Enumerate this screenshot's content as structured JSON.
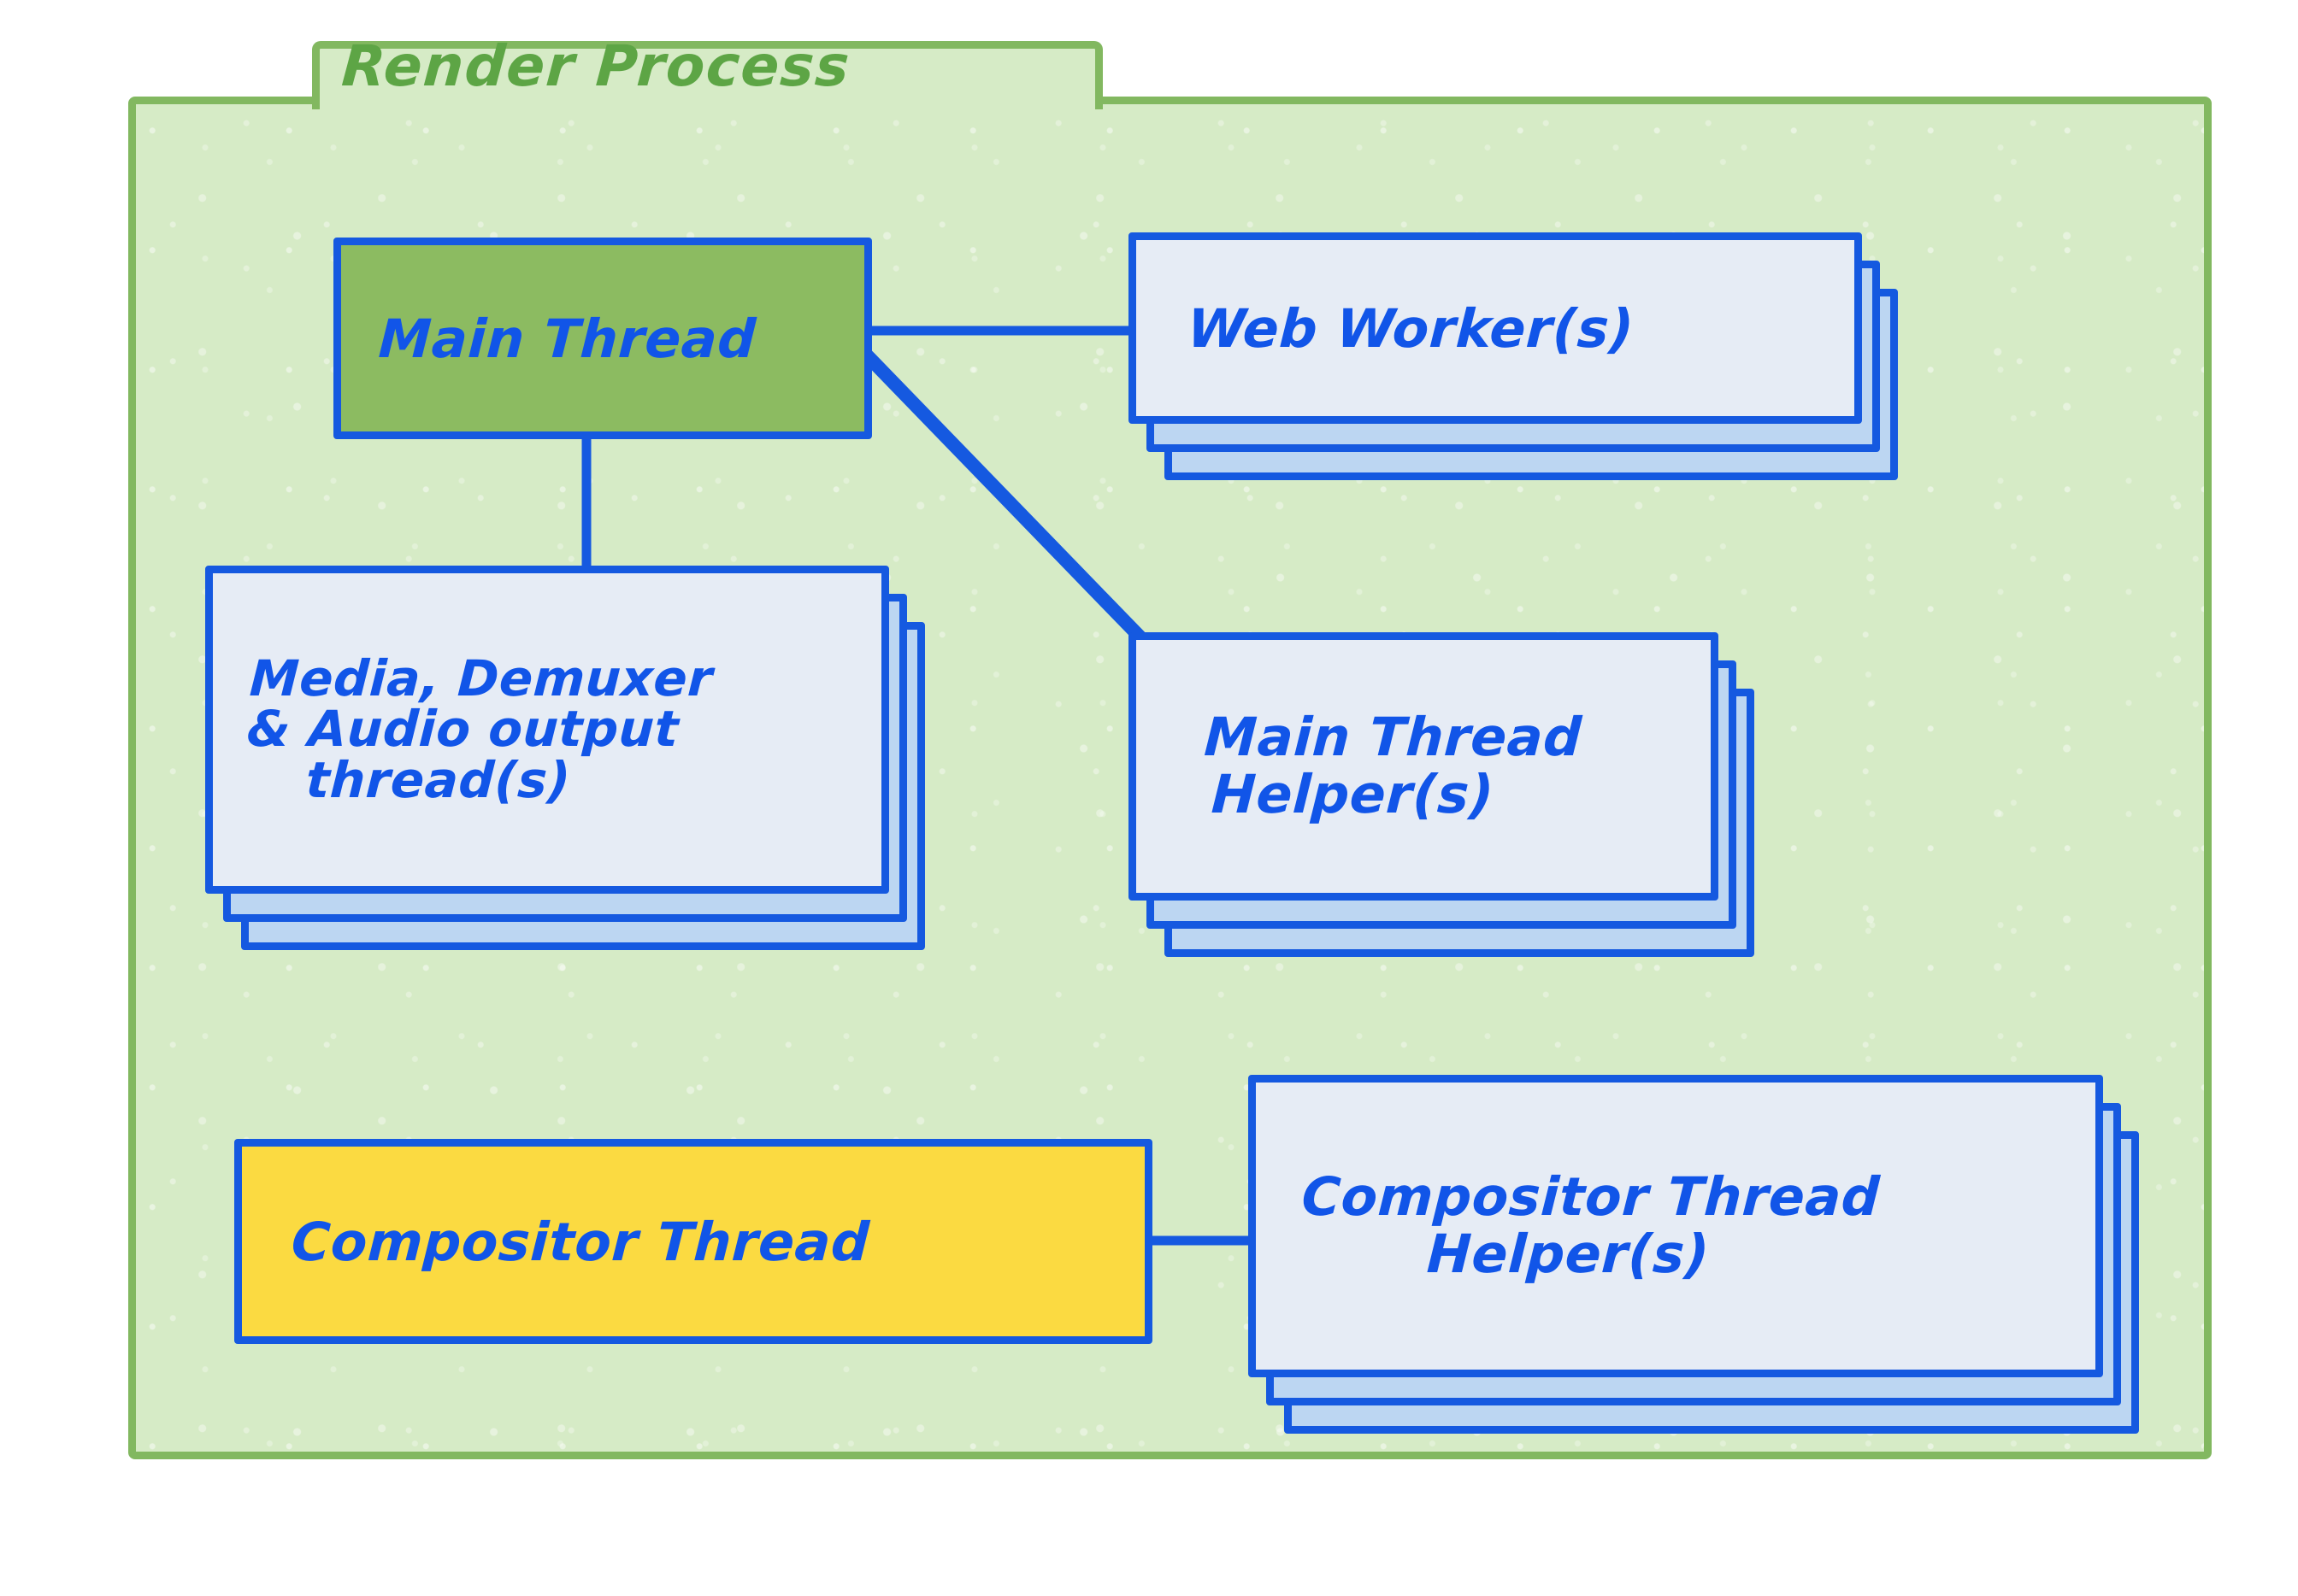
{
  "diagram": {
    "title": "Render Process",
    "container": {
      "label": "Render Process",
      "fill_color": "#d6ebc6",
      "border_color": "#82b860",
      "title_color": "#5da545"
    },
    "palette": {
      "stroke_blue": "#1559e0",
      "text_blue": "#1155e8",
      "card_front": "#e6ecf5",
      "card_back": "#bcd6f2",
      "main_thread_green": "#8cbb61",
      "compositor_yellow": "#fbda41",
      "page_background": "#ffffff"
    },
    "nodes": [
      {
        "id": "main-thread",
        "label": "Main Thread",
        "lines": [
          "Main Thread"
        ],
        "style": "green",
        "stacked": false,
        "stack_count": 1
      },
      {
        "id": "web-worker",
        "label": "Web Worker(s)",
        "lines": [
          "Web Worker(s)"
        ],
        "style": "card",
        "stacked": true,
        "stack_count": 3
      },
      {
        "id": "media-demuxer-audio",
        "label": "Media, Demuxer & Audio output thread(s)",
        "lines": [
          "Media, Demuxer",
          "& Audio output",
          "thread(s)"
        ],
        "style": "card",
        "stacked": true,
        "stack_count": 3
      },
      {
        "id": "main-thread-helper",
        "label": "Main Thread Helper(s)",
        "lines": [
          "Main Thread",
          "Helper(s)"
        ],
        "style": "card",
        "stacked": true,
        "stack_count": 3
      },
      {
        "id": "compositor-thread",
        "label": "Compositor Thread",
        "lines": [
          "Compositor Thread"
        ],
        "style": "yellow",
        "stacked": false,
        "stack_count": 1
      },
      {
        "id": "compositor-thread-helper",
        "label": "Compositor Thread Helper(s)",
        "lines": [
          "Compositor Thread",
          "Helper(s)"
        ],
        "style": "card",
        "stacked": true,
        "stack_count": 3
      }
    ],
    "connections": [
      {
        "id": "main-thread-to-web-worker",
        "from": "main-thread",
        "to": "web-worker",
        "kind": "horizontal"
      },
      {
        "id": "main-thread-to-media",
        "from": "main-thread",
        "to": "media-demuxer-audio",
        "kind": "vertical"
      },
      {
        "id": "main-thread-to-main-thread-helper",
        "from": "main-thread",
        "to": "main-thread-helper",
        "kind": "diagonal"
      },
      {
        "id": "compositor-thread-to-compositor-helper",
        "from": "compositor-thread",
        "to": "compositor-thread-helper",
        "kind": "horizontal"
      }
    ]
  }
}
